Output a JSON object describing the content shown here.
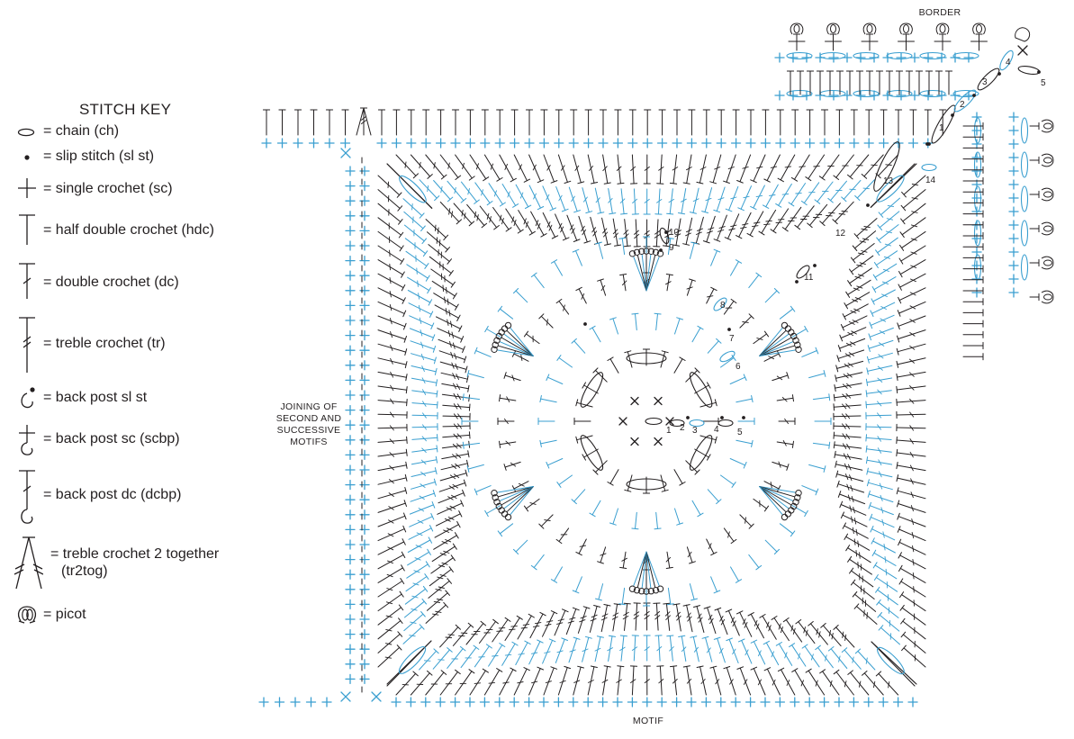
{
  "stitch_key": {
    "title": "STITCH KEY",
    "items": [
      {
        "id": "chain",
        "label": "= chain (ch)",
        "icon": "chain-icon"
      },
      {
        "id": "slip",
        "label": "= slip stitch (sl st)",
        "icon": "slip-stitch-icon"
      },
      {
        "id": "sc",
        "label": "= single crochet (sc)",
        "icon": "single-crochet-icon"
      },
      {
        "id": "hdc",
        "label": "= half double crochet (hdc)",
        "icon": "half-double-crochet-icon"
      },
      {
        "id": "dc",
        "label": "= double crochet (dc)",
        "icon": "double-crochet-icon"
      },
      {
        "id": "tr",
        "label": "= treble crochet (tr)",
        "icon": "treble-crochet-icon"
      },
      {
        "id": "bpslst",
        "label": "= back post sl st",
        "icon": "back-post-slip-stitch-icon"
      },
      {
        "id": "scbp",
        "label": "= back post sc (scbp)",
        "icon": "back-post-sc-icon"
      },
      {
        "id": "dcbp",
        "label": "= back post dc (dcbp)",
        "icon": "back-post-dc-icon"
      },
      {
        "id": "tr2tog",
        "label": "= treble crochet 2 together",
        "label2": "(tr2tog)",
        "icon": "treble-crochet-2-together-icon"
      },
      {
        "id": "picot",
        "label": "= picot",
        "icon": "picot-icon"
      }
    ]
  },
  "labels": {
    "border": "BORDER",
    "motif": "MOTIF",
    "joining": [
      "JOINING OF",
      "SECOND AND",
      "SUCCESSIVE",
      "MOTIFS"
    ]
  },
  "round_numbers": {
    "center": [
      "1",
      "2",
      "3",
      "4",
      "5",
      "6",
      "7",
      "8",
      "9",
      "10",
      "11",
      "12",
      "13",
      "14"
    ],
    "border": [
      "1",
      "2",
      "3",
      "4",
      "5"
    ]
  },
  "colors": {
    "ink": "#231f20",
    "blue": "#3a9fd0"
  }
}
